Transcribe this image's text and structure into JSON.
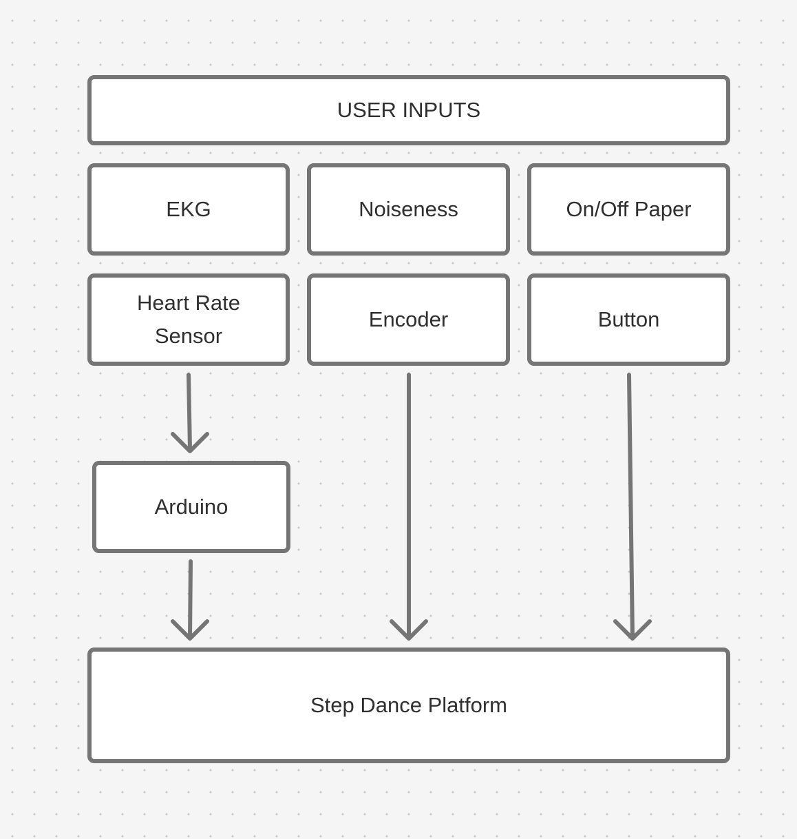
{
  "diagram": {
    "nodes": {
      "user_inputs": "USER INPUTS",
      "ekg": "EKG",
      "noiseness": "Noiseness",
      "on_off_paper": "On/Off Paper",
      "heart_rate_sensor": "Heart Rate Sensor",
      "encoder": "Encoder",
      "button": "Button",
      "arduino": "Arduino",
      "step_dance_platform": "Step Dance Platform"
    },
    "edges": [
      {
        "from": "heart_rate_sensor",
        "to": "arduino"
      },
      {
        "from": "arduino",
        "to": "step_dance_platform"
      },
      {
        "from": "encoder",
        "to": "step_dance_platform"
      },
      {
        "from": "button",
        "to": "step_dance_platform"
      }
    ],
    "colors": {
      "background": "#f5f5f5",
      "node_fill": "#ffffff",
      "stroke": "#757575",
      "text": "#2f2f2f"
    }
  }
}
